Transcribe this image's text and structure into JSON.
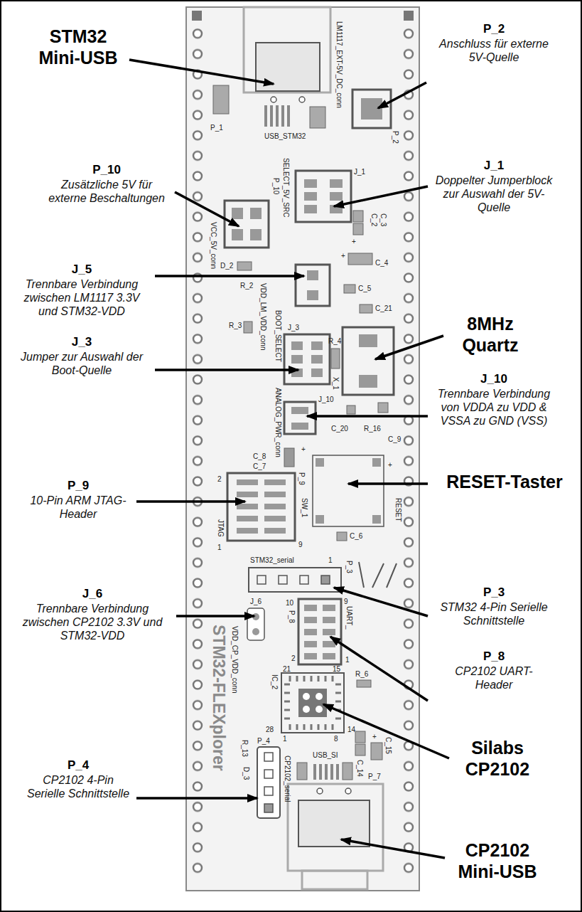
{
  "diagram": {
    "labels": [
      "STM32 Mini-USB",
      "P_2",
      "Anschluss für externe 5V-Quelle",
      "P_10",
      "Zusätzliche 5V für externe Beschaltungen",
      "J_1",
      "Doppelter Jumperblock zur Auswahl der 5V-Quelle",
      "J_5",
      "Trennbare Verbindung zwischen LM1117 3.3V und STM32-VDD",
      "J_3",
      "Jumper zur Auswahl der Boot-Quelle",
      "8MHz Quartz",
      "J_10",
      "Trennbare Verbindung von VDDA zu VDD & VSSA zu GND (VSS)",
      "RESET-Taster",
      "P_9",
      "10-Pin ARM JTAG-Header",
      "P_3",
      "STM32 4-Pin Serielle Schnittstelle",
      "J_6",
      "Trennbare Verbindung zwischen CP2102 3.3V und STM32-VDD",
      "P_8",
      "CP2102 UART-Header",
      "P_4",
      "CP2102 4-Pin Serielle Schnittstelle",
      "Silabs CP2102",
      "CP2102 Mini-USB",
      "LM1117_EXT-5V_DC_conn",
      "USB_STM32",
      "P_1",
      "P_2",
      "SELECT_5V_SRC",
      "P_10",
      "VCC_5V_conn",
      "J_1",
      "C_2",
      "C_3",
      "+",
      "+",
      "C_4",
      "C_5",
      "C_21",
      "D_2",
      "R_2",
      "VDD_LM_VDD_conn",
      "R_3",
      "J_3",
      "BOOT_SELECT",
      "R_4",
      "X_1",
      "ANALOG_PWR_conn",
      "J_10",
      "C_20",
      "R_16",
      "C_9",
      "C_8",
      "C_7",
      "+",
      "+",
      "RESET",
      "SW_1",
      "C_6",
      "2",
      "JTAG",
      "1",
      "P_9",
      "9",
      "STM32_serial",
      "1",
      "P_3",
      "10",
      "P_8",
      "9",
      "UART_",
      "2",
      "1",
      "J_6",
      "VDD_CP_VDD_conn",
      "IC_2",
      "21",
      "15",
      "14",
      "28",
      "1",
      "8",
      "R_6",
      "R_13",
      "P_4",
      "CP2102_serial",
      "D_3",
      "USB_SI",
      "C_14",
      "C_15",
      "+",
      "P_7",
      "STM32-FLEXplorer"
    ]
  }
}
